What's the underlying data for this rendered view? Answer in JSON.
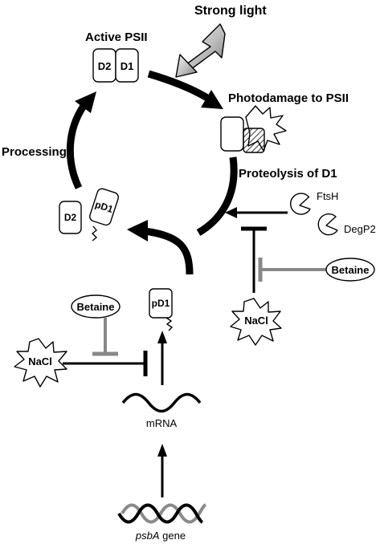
{
  "labels": {
    "strong_light": "Strong light",
    "active_psii": "Active PSII",
    "photodamage": "Photodamage to PSII",
    "proteolysis": "Proteolysis of D1",
    "processing": "Processing",
    "mrna": "mRNA",
    "gene_italic": "psbA",
    "gene_suffix": " gene"
  },
  "proteins": {
    "d2": "D2",
    "d1": "D1",
    "pd1": "pD1"
  },
  "proteases": {
    "ftsh": "FtsH",
    "degp2": "DegP2"
  },
  "regulators": {
    "betaine": "Betaine",
    "nacl": "NaCl"
  }
}
